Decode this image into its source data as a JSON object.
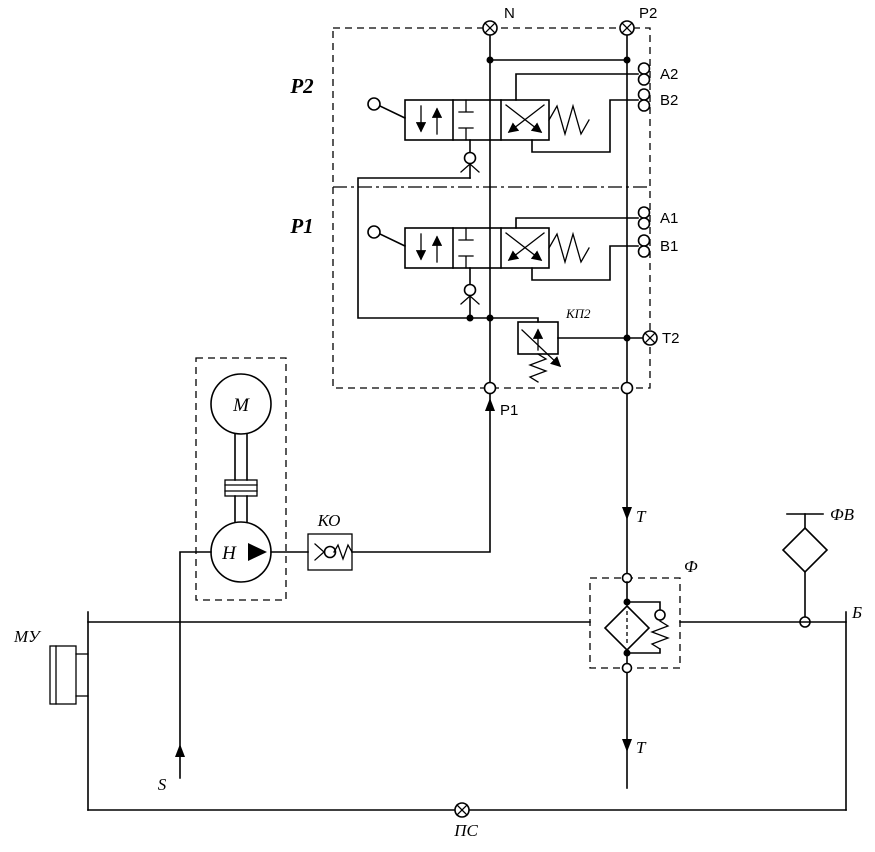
{
  "schematic": {
    "top_ports": {
      "n": "N",
      "p2": "P2"
    },
    "valve_sections": {
      "upper": "Р2",
      "lower": "Р1"
    },
    "work_ports": {
      "a2": "A2",
      "b2": "B2",
      "a1": "A1",
      "b1": "B1",
      "t2": "T2",
      "p1": "P1"
    },
    "relief_valve": {
      "label": "КП2"
    },
    "drive": {
      "motor": "M",
      "pump": "Н"
    },
    "check_valve": {
      "label": "КО"
    },
    "suction": {
      "label": "S"
    },
    "return_line": {
      "upper_t": "T",
      "lower_t": "T"
    },
    "filter": {
      "label": "Ф"
    },
    "breather": {
      "label": "ФВ"
    },
    "tank": {
      "label": "Б",
      "drain": "ПС",
      "level_gauge": "МУ"
    }
  },
  "colors": {
    "line": "#000000",
    "background": "#ffffff"
  }
}
